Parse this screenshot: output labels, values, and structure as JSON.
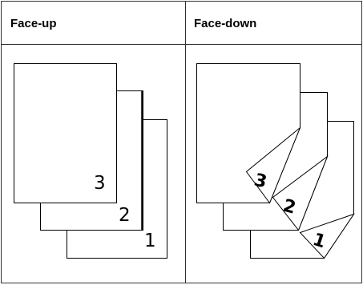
{
  "columns": [
    {
      "header": "Face-up",
      "pages": [
        "3",
        "2",
        "1"
      ]
    },
    {
      "header": "Face-down",
      "pages": [
        "3",
        "2",
        "1"
      ]
    }
  ]
}
